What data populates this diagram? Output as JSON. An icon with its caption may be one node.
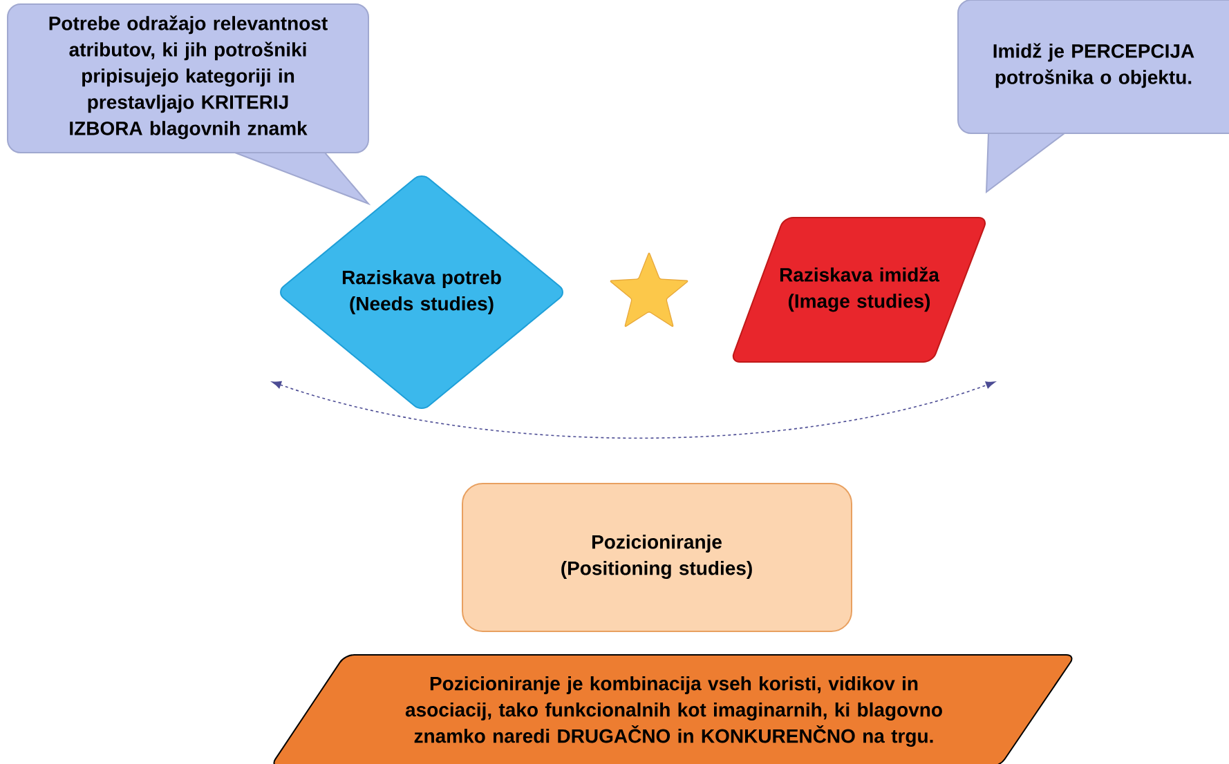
{
  "diagram": {
    "nodes": [
      {
        "text": [
          "Potrebe odražajo relevantnost atributov, ki jih potrošniki pripisujejo kategoriji in prestavljajo KRITERIJ IZBORA blagovnih znamk"
        ]
      },
      {
        "text": [
          "Imidž je PERCEPCIJA potrošnika o objektu."
        ]
      },
      {
        "text": [
          "Raziskava potreb (Needs studies)"
        ]
      },
      {
        "text": [],
        "shape": "star"
      },
      {
        "text": [
          "Raziskava imidža (Image studies)"
        ]
      },
      {
        "text": [
          "Pozicioniranje (Positioning studies)"
        ]
      },
      {
        "text": [
          "Pozicioniranje je kombinacija vseh koristi, vidikov in asociacij, tako funkcionalnih kot imaginarnih, ki blagovno znamko naredi DRUGAČNO in KONKURENČNO na trgu."
        ]
      }
    ]
  }
}
